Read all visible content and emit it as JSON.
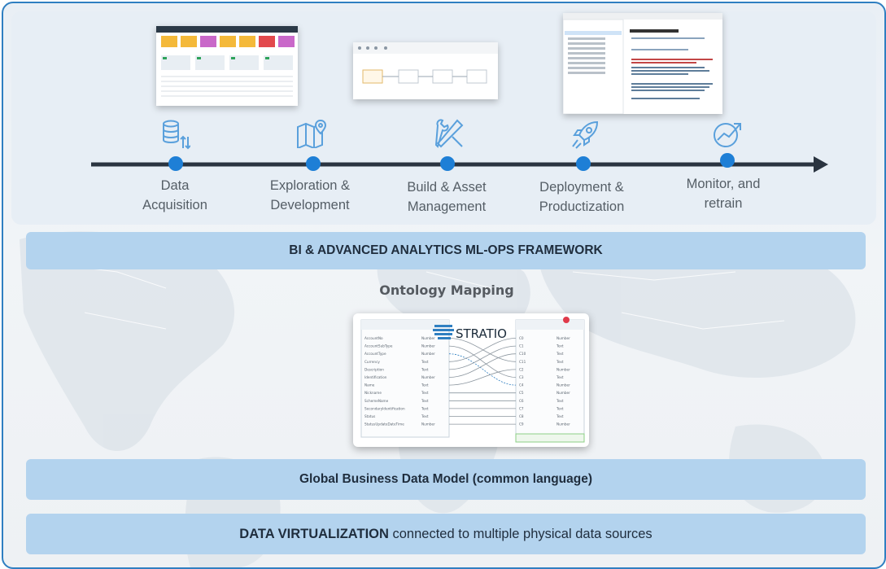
{
  "stages": [
    {
      "label": "Data\nAcquisition",
      "icon": "database-transfer-icon"
    },
    {
      "label": "Exploration &\nDevelopment",
      "icon": "map-pin-icon"
    },
    {
      "label": "Build & Asset\nManagement",
      "icon": "tools-icon"
    },
    {
      "label": "Deployment &\nProductization",
      "icon": "rocket-icon"
    },
    {
      "label": "Monitor, and\nretrain",
      "icon": "growth-chart-icon"
    }
  ],
  "bands": {
    "mlops": "BI & ADVANCED ANALYTICS ML-OPS FRAMEWORK",
    "business_model": "Global  Business Data Model (common language)",
    "virtualization_bold": "DATA VIRTUALIZATION",
    "virtualization_rest": " connected to multiple physical data sources"
  },
  "ontology": {
    "title": "Ontology Mapping",
    "logo_text": "STRATIO",
    "left_rows": [
      "AccountNo",
      "AccountSubType",
      "AccountType",
      "Currency",
      "Description",
      "Identification",
      "Name",
      "Nickname",
      "SchemeName",
      "SecondaryIdentification",
      "Status",
      "StatusUpdateDateTime"
    ],
    "left_types": [
      "Number",
      "Number",
      "Number",
      "Text",
      "Text",
      "Number",
      "Text",
      "Text",
      "Text",
      "Text",
      "Text",
      "Number"
    ],
    "right_rows": [
      "C0",
      "C1",
      "C10",
      "C11",
      "C2",
      "C3",
      "C4",
      "C5",
      "C6",
      "C7",
      "C8",
      "C9"
    ],
    "right_types": [
      "Number",
      "Text",
      "Text",
      "Text",
      "Number",
      "Text",
      "Number",
      "Number",
      "Text",
      "Text",
      "Text",
      "Number"
    ]
  },
  "colors": {
    "accent": "#2f7fc1",
    "timeline": "#2a3440",
    "band": "#b3d3ee",
    "dot": "#1e7fd6",
    "icon": "#5aa0dc"
  }
}
